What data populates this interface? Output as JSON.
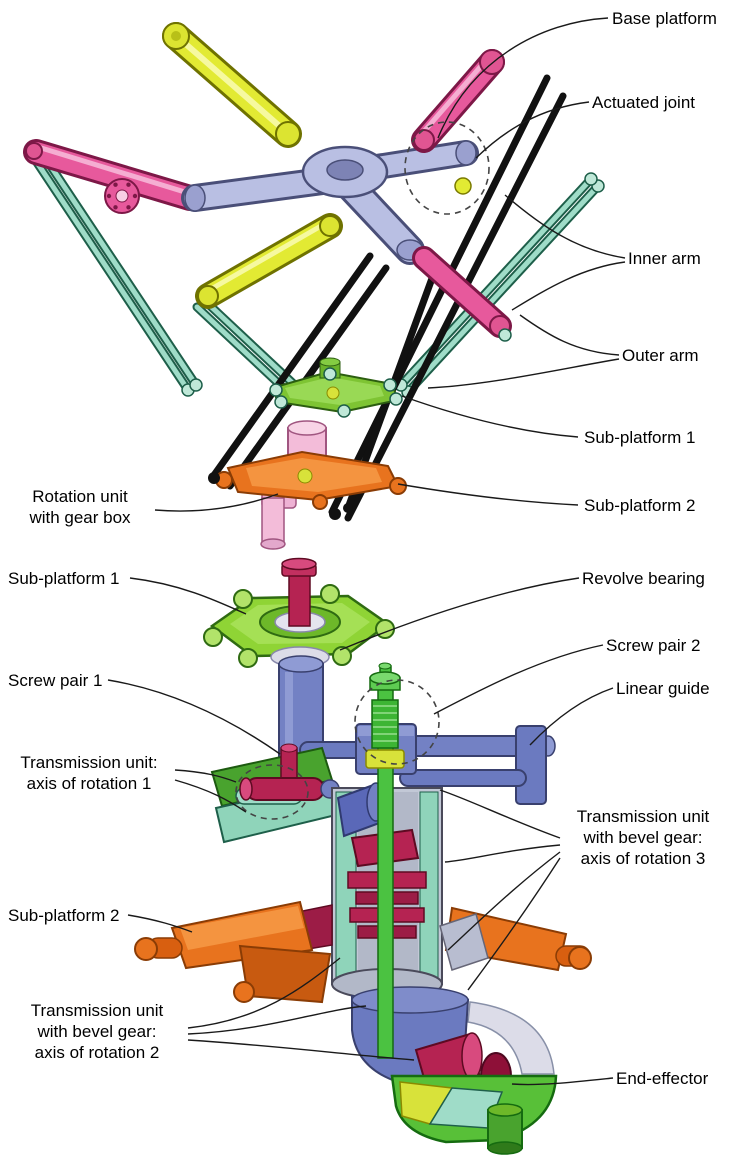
{
  "figure_top": {
    "labels": {
      "base_platform": "Base platform",
      "actuated_joint": "Actuated joint",
      "inner_arm": "Inner arm",
      "outer_arm": "Outer arm",
      "sub_platform_1": "Sub-platform 1",
      "sub_platform_2": "Sub-platform 2",
      "rotation_unit_line1": "Rotation unit",
      "rotation_unit_line2": "with gear box"
    }
  },
  "figure_bottom": {
    "labels": {
      "sub_platform_1": "Sub-platform 1",
      "revolve_bearing": "Revolve bearing",
      "screw_pair_1": "Screw pair 1",
      "screw_pair_2": "Screw pair 2",
      "linear_guide": "Linear guide",
      "transmission_unit_1_line1": "Transmission unit:",
      "transmission_unit_1_line2": "axis of rotation 1",
      "transmission_unit_3_line1": "Transmission unit",
      "transmission_unit_3_line2": "with bevel gear:",
      "transmission_unit_3_line3": "axis of rotation 3",
      "sub_platform_2": "Sub-platform 2",
      "transmission_unit_2_line1": "Transmission unit",
      "transmission_unit_2_line2": "with bevel gear:",
      "transmission_unit_2_line3": "axis of rotation 2",
      "end_effector": "End-effector"
    }
  },
  "colors": {
    "background": "#ffffff",
    "label_text": "#000000",
    "base_platform_lavender": "#b9bfe3",
    "inner_arm_yellow": "#e2ea33",
    "inner_arm_pink": "#e7599c",
    "outer_arm_teal": "#9fdcc8",
    "sub_platform_1_green": "#8fd435",
    "sub_platform_2_orange": "#e8731e",
    "rotation_unit_pink": "#f3bcd9",
    "screw_crimson": "#b52352",
    "screw_green": "#4bc241",
    "guide_blue": "#7381c4",
    "rod_black": "#111111"
  }
}
